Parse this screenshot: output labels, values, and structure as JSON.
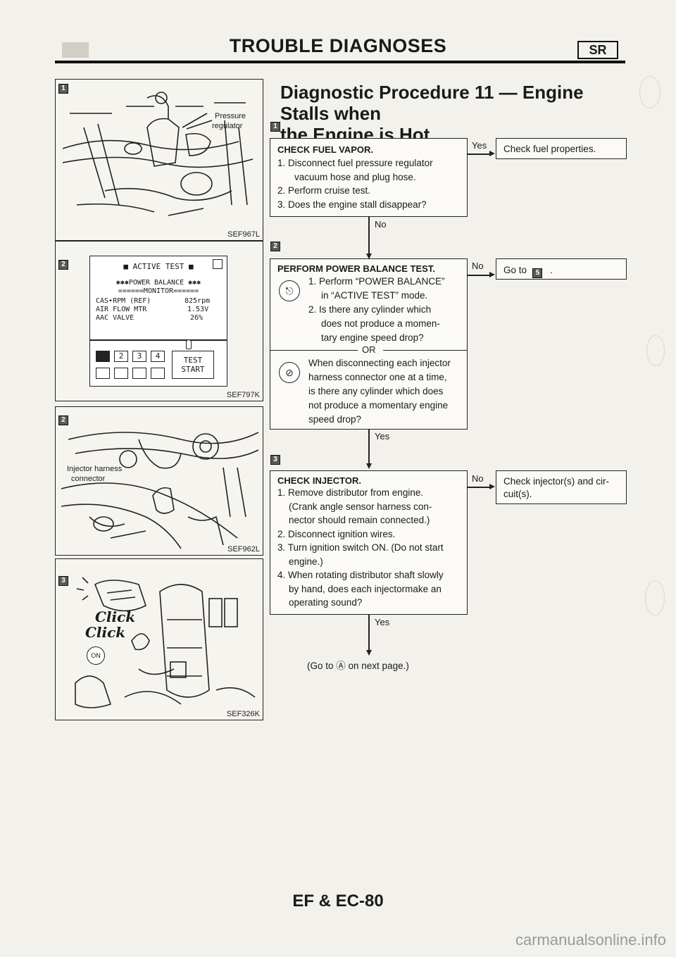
{
  "header": {
    "title": "TROUBLE DIAGNOSES",
    "section_badge": "SR"
  },
  "procedure": {
    "title_line1": "Diagnostic Procedure 11 — Engine Stalls when",
    "title_line2": "the Engine is Hot"
  },
  "left_panels": {
    "panel1": {
      "marker": "1",
      "code": "SEF967L",
      "labels": [
        "Pressure",
        "regulator"
      ]
    },
    "panel2": {
      "marker": "2",
      "code": "SEF797K",
      "screen_title": "ACTIVE TEST",
      "screen_subtitle": "✱✱✱POWER BALANCE ✱✱✱",
      "screen_monitor": "======MONITOR======",
      "rows": [
        {
          "label": "CAS•RPM (REF)",
          "value": "825rpm"
        },
        {
          "label": "AIR FLOW MTR",
          "value": "1.53V"
        },
        {
          "label": "AAC VALVE",
          "value": "26%"
        }
      ],
      "keys": [
        "2",
        "3",
        "4"
      ],
      "test_label": "TEST",
      "start_label": "START"
    },
    "panel3": {
      "marker": "2",
      "code": "SEF962L",
      "labels": [
        "Injector harness",
        "connector"
      ]
    },
    "panel4": {
      "marker": "3",
      "code": "SEF326K",
      "click_text": [
        "Click",
        "Click"
      ],
      "on_badge": "ON"
    }
  },
  "steps": {
    "step1": {
      "marker": "1",
      "title": "CHECK FUEL VAPOR.",
      "lines": [
        "1. Disconnect fuel pressure regulator",
        "vacuum hose and plug hose.",
        "2. Perform cruise test.",
        "3. Does the engine stall disappear?"
      ],
      "yes_label": "Yes",
      "yes_result": "Check fuel properties.",
      "no_label": "No"
    },
    "step2": {
      "marker": "2",
      "title": "PERFORM POWER BALANCE TEST.",
      "lines": [
        "1. Perform “POWER BALANCE”",
        "in “ACTIVE TEST” mode.",
        "2. Is there any cylinder which",
        "does not produce a momen-",
        "tary engine speed drop?"
      ],
      "or_label": "OR",
      "lines_b": [
        "When disconnecting each injector",
        "harness connector one at a time,",
        "is there any cylinder which does",
        "not produce a momentary engine",
        "speed drop?"
      ],
      "no_label": "No",
      "no_result": "Go to",
      "no_result_marker": "5",
      "no_result_suffix": ".",
      "yes_label": "Yes"
    },
    "step3": {
      "marker": "3",
      "title": "CHECK INJECTOR.",
      "lines": [
        "1. Remove distributor from engine.",
        "(Crank angle sensor harness con-",
        "nector should remain connected.)",
        "2.  Disconnect ignition wires.",
        "3. Turn ignition switch ON. (Do not start",
        "engine.)",
        "4. When rotating distributor shaft slowly",
        "by hand, does each injectormake an",
        "operating sound?"
      ],
      "no_label": "No",
      "no_result_line1": "Check injector(s) and cir-",
      "no_result_line2": "cuit(s).",
      "yes_label": "Yes",
      "next_page": "(Go to Ⓐ on next page.)"
    }
  },
  "footer": {
    "page_number": "EF & EC-80",
    "watermark": "carmanualsonline.info"
  }
}
